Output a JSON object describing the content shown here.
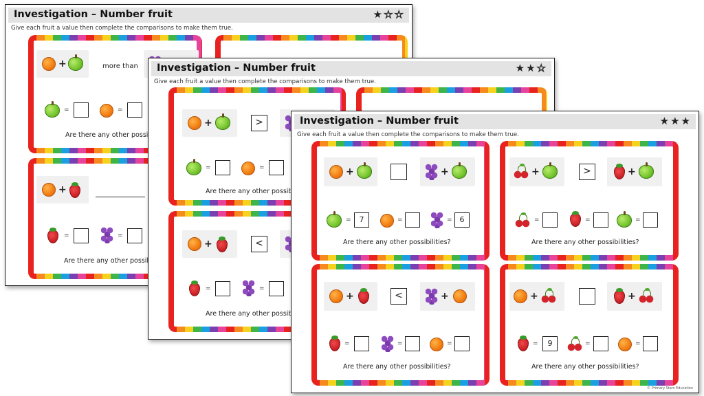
{
  "sheets": [
    {
      "title": "Investigation – Number fruit",
      "instructions": "Give each fruit a value then complete the comparisons to make them true.",
      "stars": [
        "★",
        "☆",
        "☆"
      ],
      "cards": [
        {
          "comparison_words": "more than",
          "question": "Are there any other possibilities?"
        },
        {
          "comparison_words": "",
          "question": "Are there any other possibilities?"
        }
      ]
    },
    {
      "title": "Investigation – Number fruit",
      "instructions": "Give each fruit a value then complete the comparisons to make them true.",
      "stars": [
        "★",
        "★",
        "☆"
      ],
      "cards": [
        {
          "comparison_symbol": ">",
          "question": "Are there any other possibilities?"
        },
        {
          "comparison_symbol": "<",
          "question": "Are there any other possibilities?"
        }
      ]
    },
    {
      "title": "Investigation – Number fruit",
      "instructions": "Give each fruit a value then complete the comparisons to make them true.",
      "stars": [
        "★",
        "★",
        "★"
      ],
      "copyright": "© Primary Stars Education",
      "cards": [
        {
          "comparison_symbol": "",
          "values": [
            "7",
            "",
            "6"
          ],
          "question": "Are there any other possibilities?"
        },
        {
          "comparison_symbol": ">",
          "values": [
            "",
            "",
            ""
          ],
          "question": "Are there any other possibilities?"
        },
        {
          "comparison_symbol": "<",
          "values": [
            "",
            "",
            ""
          ],
          "question": "Are there any other possibilities?"
        },
        {
          "comparison_symbol": "",
          "values": [
            "9",
            "",
            ""
          ],
          "question": "Are there any other possibilities?"
        }
      ]
    }
  ],
  "operators": {
    "plus": "+",
    "equals": "="
  },
  "icons": [
    "orange-icon",
    "apple-icon",
    "strawberry-icon",
    "grapes-icon",
    "cherries-icon"
  ]
}
